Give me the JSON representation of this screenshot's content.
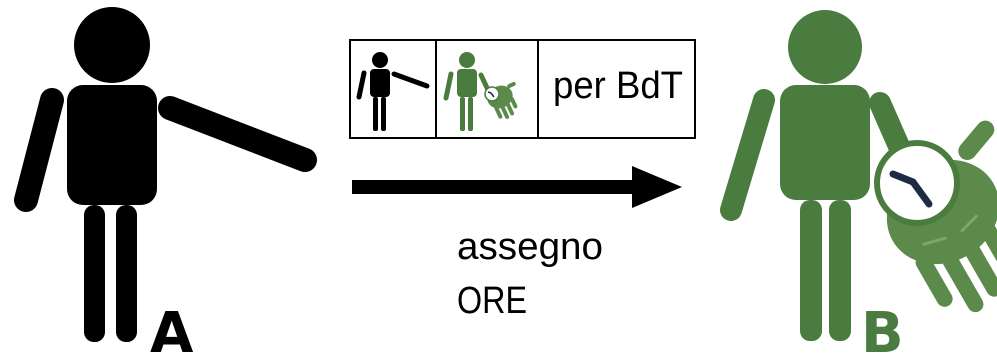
{
  "colors": {
    "person_a": "#000000",
    "person_b": "#4a7b3f",
    "hand": "#5b8a4a",
    "clock_face": "#ffffff",
    "clock_hands": "#1f2b45",
    "box_border": "#000000",
    "arrow": "#000000"
  },
  "person_a": {
    "label": "A",
    "icon": "person-pointing-icon"
  },
  "person_b": {
    "label": "B",
    "icon": "person-with-time-hand-icon"
  },
  "legend_box": {
    "cells": [
      {
        "icon": "person-pointing-icon"
      },
      {
        "icon": "person-with-time-hand-icon"
      },
      {
        "text": "per BdT"
      }
    ]
  },
  "transfer": {
    "icon": "arrow-right-icon",
    "line1": "assegno",
    "line2": "ORE"
  }
}
